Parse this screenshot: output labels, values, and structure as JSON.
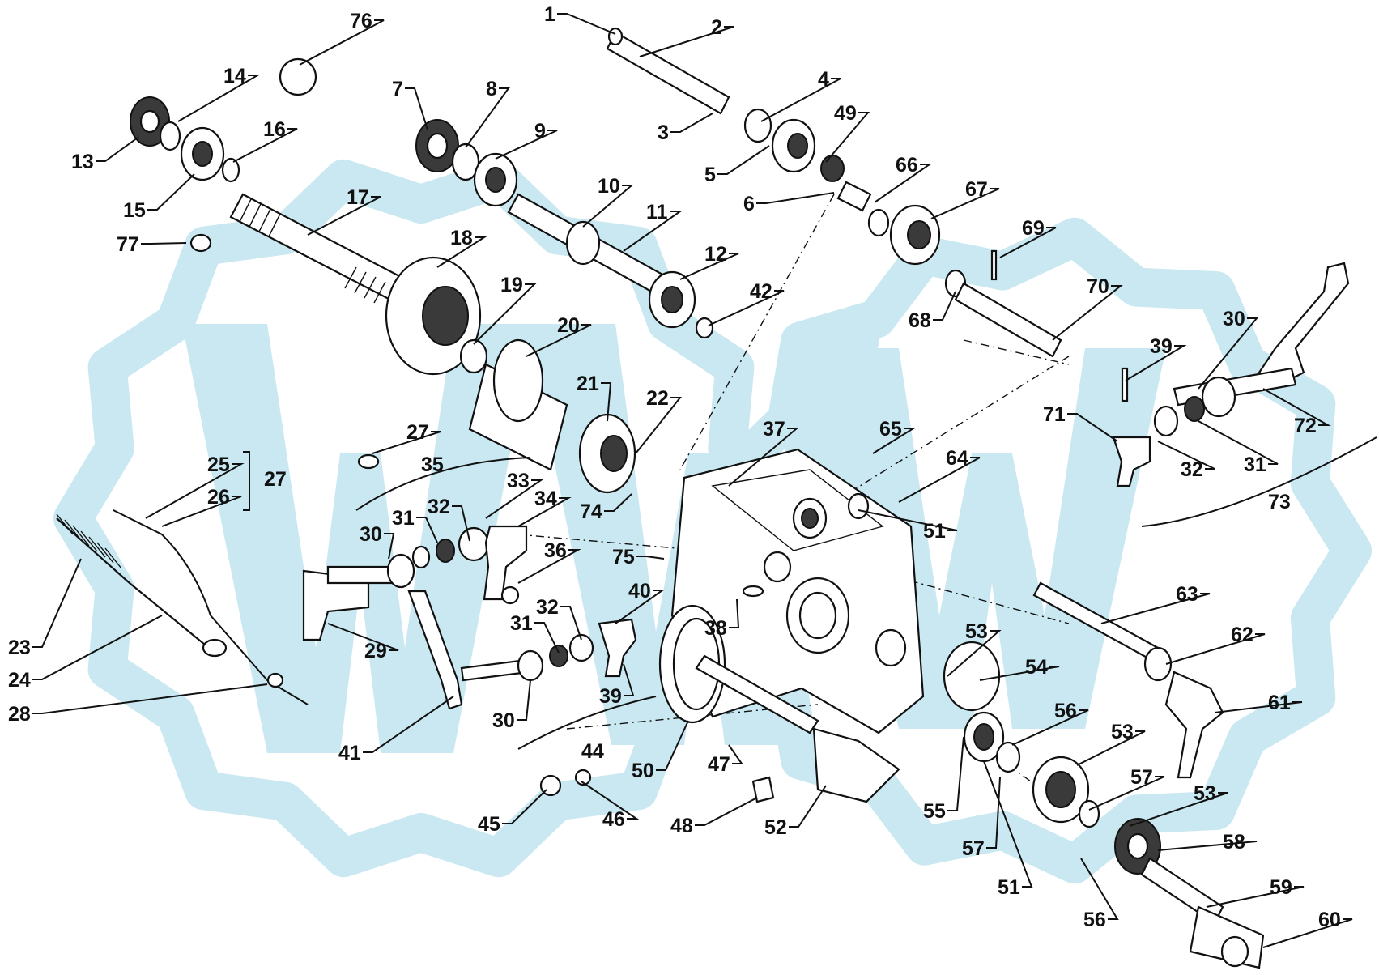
{
  "colors": {
    "watermark": "#c9e8f1",
    "ink": "#111111",
    "paper": "#ffffff"
  },
  "watermark": {
    "icon": "gear-wheel-logo",
    "text": "WW"
  },
  "labels": [
    {
      "id": "1",
      "text": "1"
    },
    {
      "id": "2",
      "text": "2"
    },
    {
      "id": "3",
      "text": "3"
    },
    {
      "id": "4",
      "text": "4"
    },
    {
      "id": "5",
      "text": "5"
    },
    {
      "id": "6",
      "text": "6"
    },
    {
      "id": "7",
      "text": "7"
    },
    {
      "id": "8",
      "text": "8"
    },
    {
      "id": "9",
      "text": "9"
    },
    {
      "id": "10",
      "text": "10"
    },
    {
      "id": "11",
      "text": "11"
    },
    {
      "id": "12",
      "text": "12"
    },
    {
      "id": "13",
      "text": "13"
    },
    {
      "id": "14",
      "text": "14"
    },
    {
      "id": "15",
      "text": "15"
    },
    {
      "id": "16",
      "text": "16"
    },
    {
      "id": "17",
      "text": "17"
    },
    {
      "id": "18",
      "text": "18"
    },
    {
      "id": "19",
      "text": "19"
    },
    {
      "id": "20",
      "text": "20"
    },
    {
      "id": "21",
      "text": "21"
    },
    {
      "id": "22",
      "text": "22"
    },
    {
      "id": "23",
      "text": "23"
    },
    {
      "id": "24",
      "text": "24"
    },
    {
      "id": "25",
      "text": "25"
    },
    {
      "id": "26",
      "text": "26"
    },
    {
      "id": "27a",
      "text": "27"
    },
    {
      "id": "27b",
      "text": "27"
    },
    {
      "id": "28",
      "text": "28"
    },
    {
      "id": "29",
      "text": "29"
    },
    {
      "id": "30a",
      "text": "30"
    },
    {
      "id": "30b",
      "text": "30"
    },
    {
      "id": "30c",
      "text": "30"
    },
    {
      "id": "31a",
      "text": "31"
    },
    {
      "id": "31b",
      "text": "31"
    },
    {
      "id": "31c",
      "text": "31"
    },
    {
      "id": "32a",
      "text": "32"
    },
    {
      "id": "32b",
      "text": "32"
    },
    {
      "id": "32c",
      "text": "32"
    },
    {
      "id": "33",
      "text": "33"
    },
    {
      "id": "34",
      "text": "34"
    },
    {
      "id": "35",
      "text": "35"
    },
    {
      "id": "36",
      "text": "36"
    },
    {
      "id": "37",
      "text": "37"
    },
    {
      "id": "38",
      "text": "38"
    },
    {
      "id": "39a",
      "text": "39"
    },
    {
      "id": "39b",
      "text": "39"
    },
    {
      "id": "40",
      "text": "40"
    },
    {
      "id": "41",
      "text": "41"
    },
    {
      "id": "42",
      "text": "42"
    },
    {
      "id": "44",
      "text": "44"
    },
    {
      "id": "45",
      "text": "45"
    },
    {
      "id": "46",
      "text": "46"
    },
    {
      "id": "47",
      "text": "47"
    },
    {
      "id": "48",
      "text": "48"
    },
    {
      "id": "49",
      "text": "49"
    },
    {
      "id": "50",
      "text": "50"
    },
    {
      "id": "51a",
      "text": "51"
    },
    {
      "id": "51b",
      "text": "51"
    },
    {
      "id": "52",
      "text": "52"
    },
    {
      "id": "53a",
      "text": "53"
    },
    {
      "id": "53b",
      "text": "53"
    },
    {
      "id": "53c",
      "text": "53"
    },
    {
      "id": "54",
      "text": "54"
    },
    {
      "id": "55",
      "text": "55"
    },
    {
      "id": "56a",
      "text": "56"
    },
    {
      "id": "56b",
      "text": "56"
    },
    {
      "id": "57a",
      "text": "57"
    },
    {
      "id": "57b",
      "text": "57"
    },
    {
      "id": "58",
      "text": "58"
    },
    {
      "id": "59",
      "text": "59"
    },
    {
      "id": "60",
      "text": "60"
    },
    {
      "id": "61",
      "text": "61"
    },
    {
      "id": "62",
      "text": "62"
    },
    {
      "id": "63",
      "text": "63"
    },
    {
      "id": "64",
      "text": "64"
    },
    {
      "id": "65",
      "text": "65"
    },
    {
      "id": "66",
      "text": "66"
    },
    {
      "id": "67",
      "text": "67"
    },
    {
      "id": "68",
      "text": "68"
    },
    {
      "id": "69",
      "text": "69"
    },
    {
      "id": "70",
      "text": "70"
    },
    {
      "id": "71",
      "text": "71"
    },
    {
      "id": "72",
      "text": "72"
    },
    {
      "id": "73",
      "text": "73"
    },
    {
      "id": "74",
      "text": "74"
    },
    {
      "id": "75",
      "text": "75"
    },
    {
      "id": "76",
      "text": "76"
    },
    {
      "id": "77",
      "text": "77"
    }
  ]
}
